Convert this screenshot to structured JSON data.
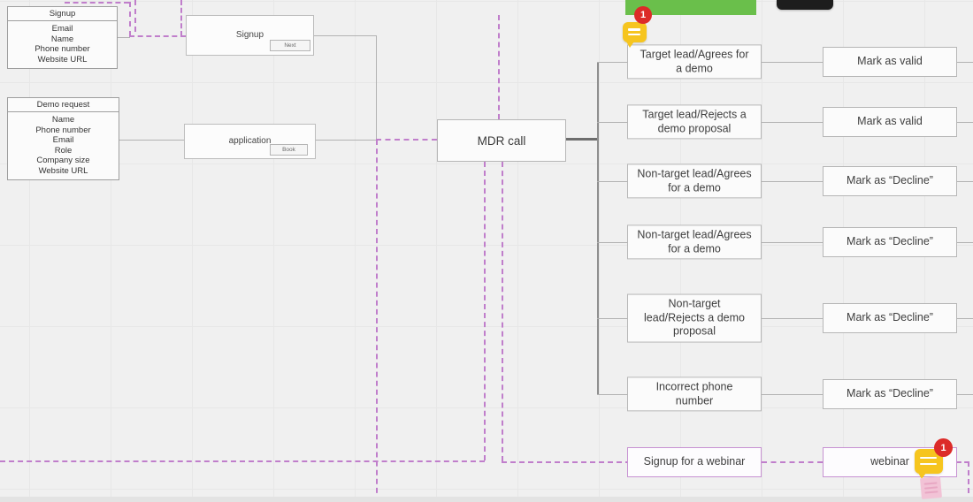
{
  "tables": {
    "signup": {
      "title": "Signup",
      "fields": [
        "Email",
        "Name",
        "Phone number",
        "Website URL"
      ]
    },
    "demo": {
      "title": "Demo request",
      "fields": [
        "Name",
        "Phone number",
        "Email",
        "Role",
        "Company size",
        "Website URL"
      ]
    }
  },
  "wireframes": {
    "signup": {
      "label": "Signup",
      "button": "Next"
    },
    "application": {
      "label": "application",
      "button": "Book"
    }
  },
  "mdr": {
    "label": "MDR call"
  },
  "rows": [
    {
      "left": "Target lead/Agrees for a demo",
      "right": "Mark as valid"
    },
    {
      "left": "Target lead/Rejects a demo proposal",
      "right": "Mark as valid"
    },
    {
      "left": "Non-target lead/Agrees for a demo",
      "right": "Mark as “Decline”"
    },
    {
      "left": "Non-target lead/Agrees for a demo",
      "right": "Mark as “Decline”"
    },
    {
      "left": "Non-target lead/Rejects a demo proposal",
      "right": "Mark as “Decline”"
    },
    {
      "left": "Incorrect phone number",
      "right": "Mark as “Decline”"
    },
    {
      "left": "Signup for a webinar",
      "right": "webinar"
    }
  ],
  "comments": {
    "top": {
      "count": "1"
    },
    "bottom": {
      "count": "1"
    }
  },
  "colors": {
    "background": "#f0f0f0",
    "grid_line": "#e7e7e7",
    "node_border": "#b6b6b6",
    "purple_connector": "#c07ecb",
    "purple_node_border": "#c792d2",
    "frame_green": "#6abf4b",
    "comment_yellow": "#f6c51f",
    "badge_red": "#dc2b28",
    "sticker_pink": "#f2c3d6",
    "dark_connector": "#6d6d6d"
  }
}
